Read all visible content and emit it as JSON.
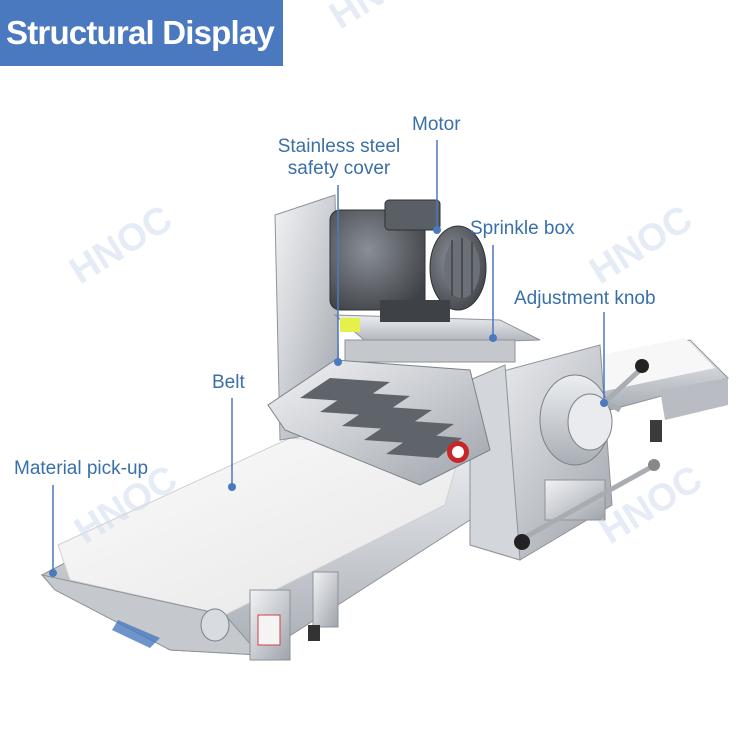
{
  "header": {
    "title": "Structural Display"
  },
  "watermark": {
    "text": "HNOC"
  },
  "labels": {
    "motor": "Motor",
    "safety_cover_line1": "Stainless steel",
    "safety_cover_line2": "safety cover",
    "sprinkle_box": "Sprinkle box",
    "adjustment_knob": "Adjustment knob",
    "belt": "Belt",
    "material_pickup": "Material pick-up"
  },
  "colors": {
    "accent": "#4a79bf",
    "label_text": "#3a6fa8",
    "callout_dot": "#4a79bf"
  }
}
